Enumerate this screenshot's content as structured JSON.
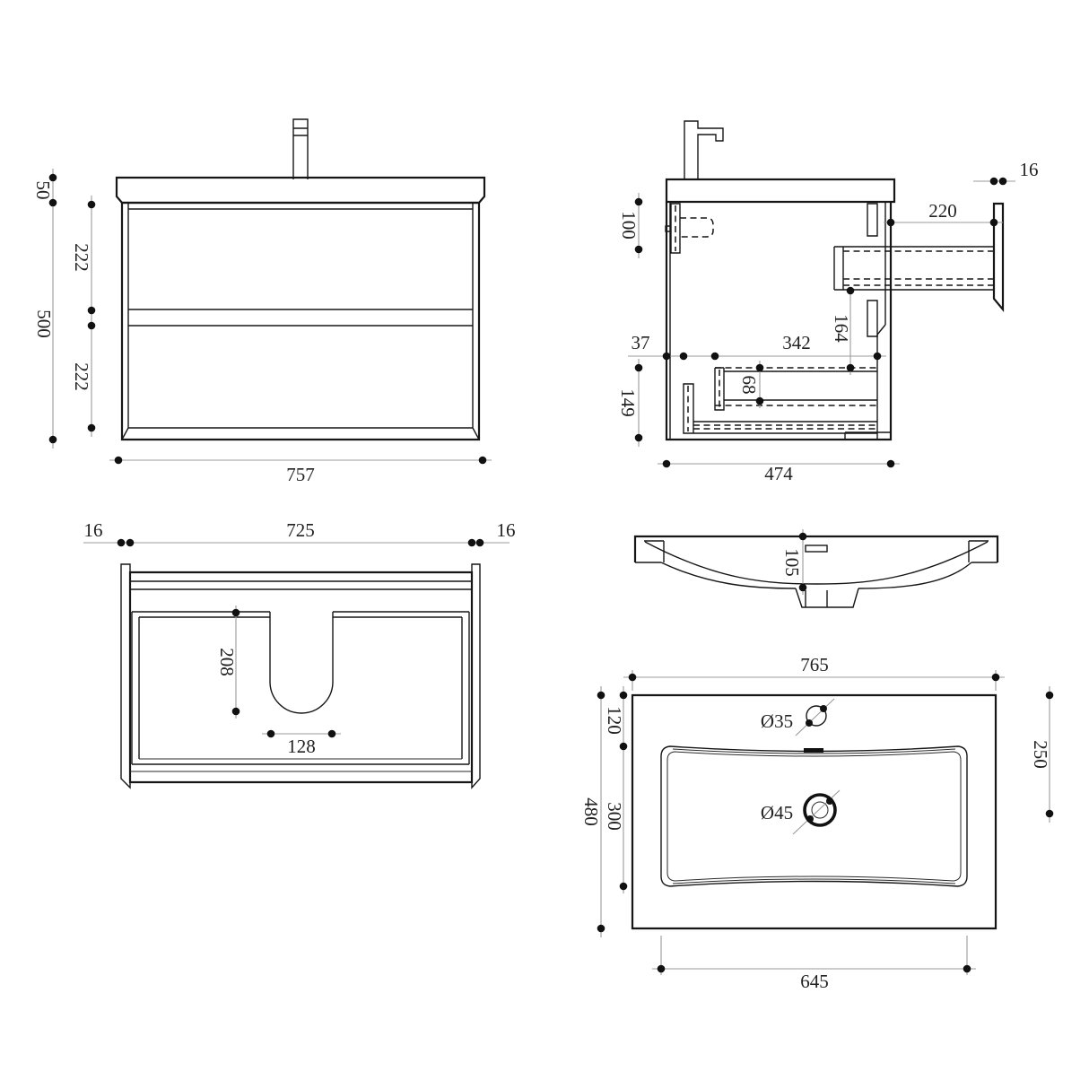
{
  "views": {
    "front": {
      "name": "cabinet front view",
      "dims": {
        "counter_height": "50",
        "height": "500",
        "top_drawer": "222",
        "bottom_drawer": "222",
        "width": "757"
      }
    },
    "side": {
      "name": "cabinet side section view",
      "dims": {
        "tap_drop": "100",
        "wall_gap": "37",
        "bottom_clearance": "149",
        "drawer_depth": "342",
        "rail_drop": "164",
        "rail_gap": "68",
        "bracket_reach": "220",
        "panel_thickness": "16",
        "depth": "474"
      }
    },
    "top": {
      "name": "cabinet top view",
      "dims": {
        "left_panel": "16",
        "inner_width": "725",
        "right_panel": "16",
        "cutout_depth": "208",
        "cutout_width": "128"
      }
    },
    "basin_profile": {
      "name": "basin section profile",
      "dims": {
        "bowl_depth": "105"
      }
    },
    "basin_top": {
      "name": "basin plan view",
      "dims": {
        "width": "765",
        "deck": "120",
        "bowl_length": "300",
        "depth": "480",
        "drain_offset": "250",
        "bowl_width": "645",
        "tap_hole": "Ø35",
        "drain_hole": "Ø45"
      }
    }
  }
}
